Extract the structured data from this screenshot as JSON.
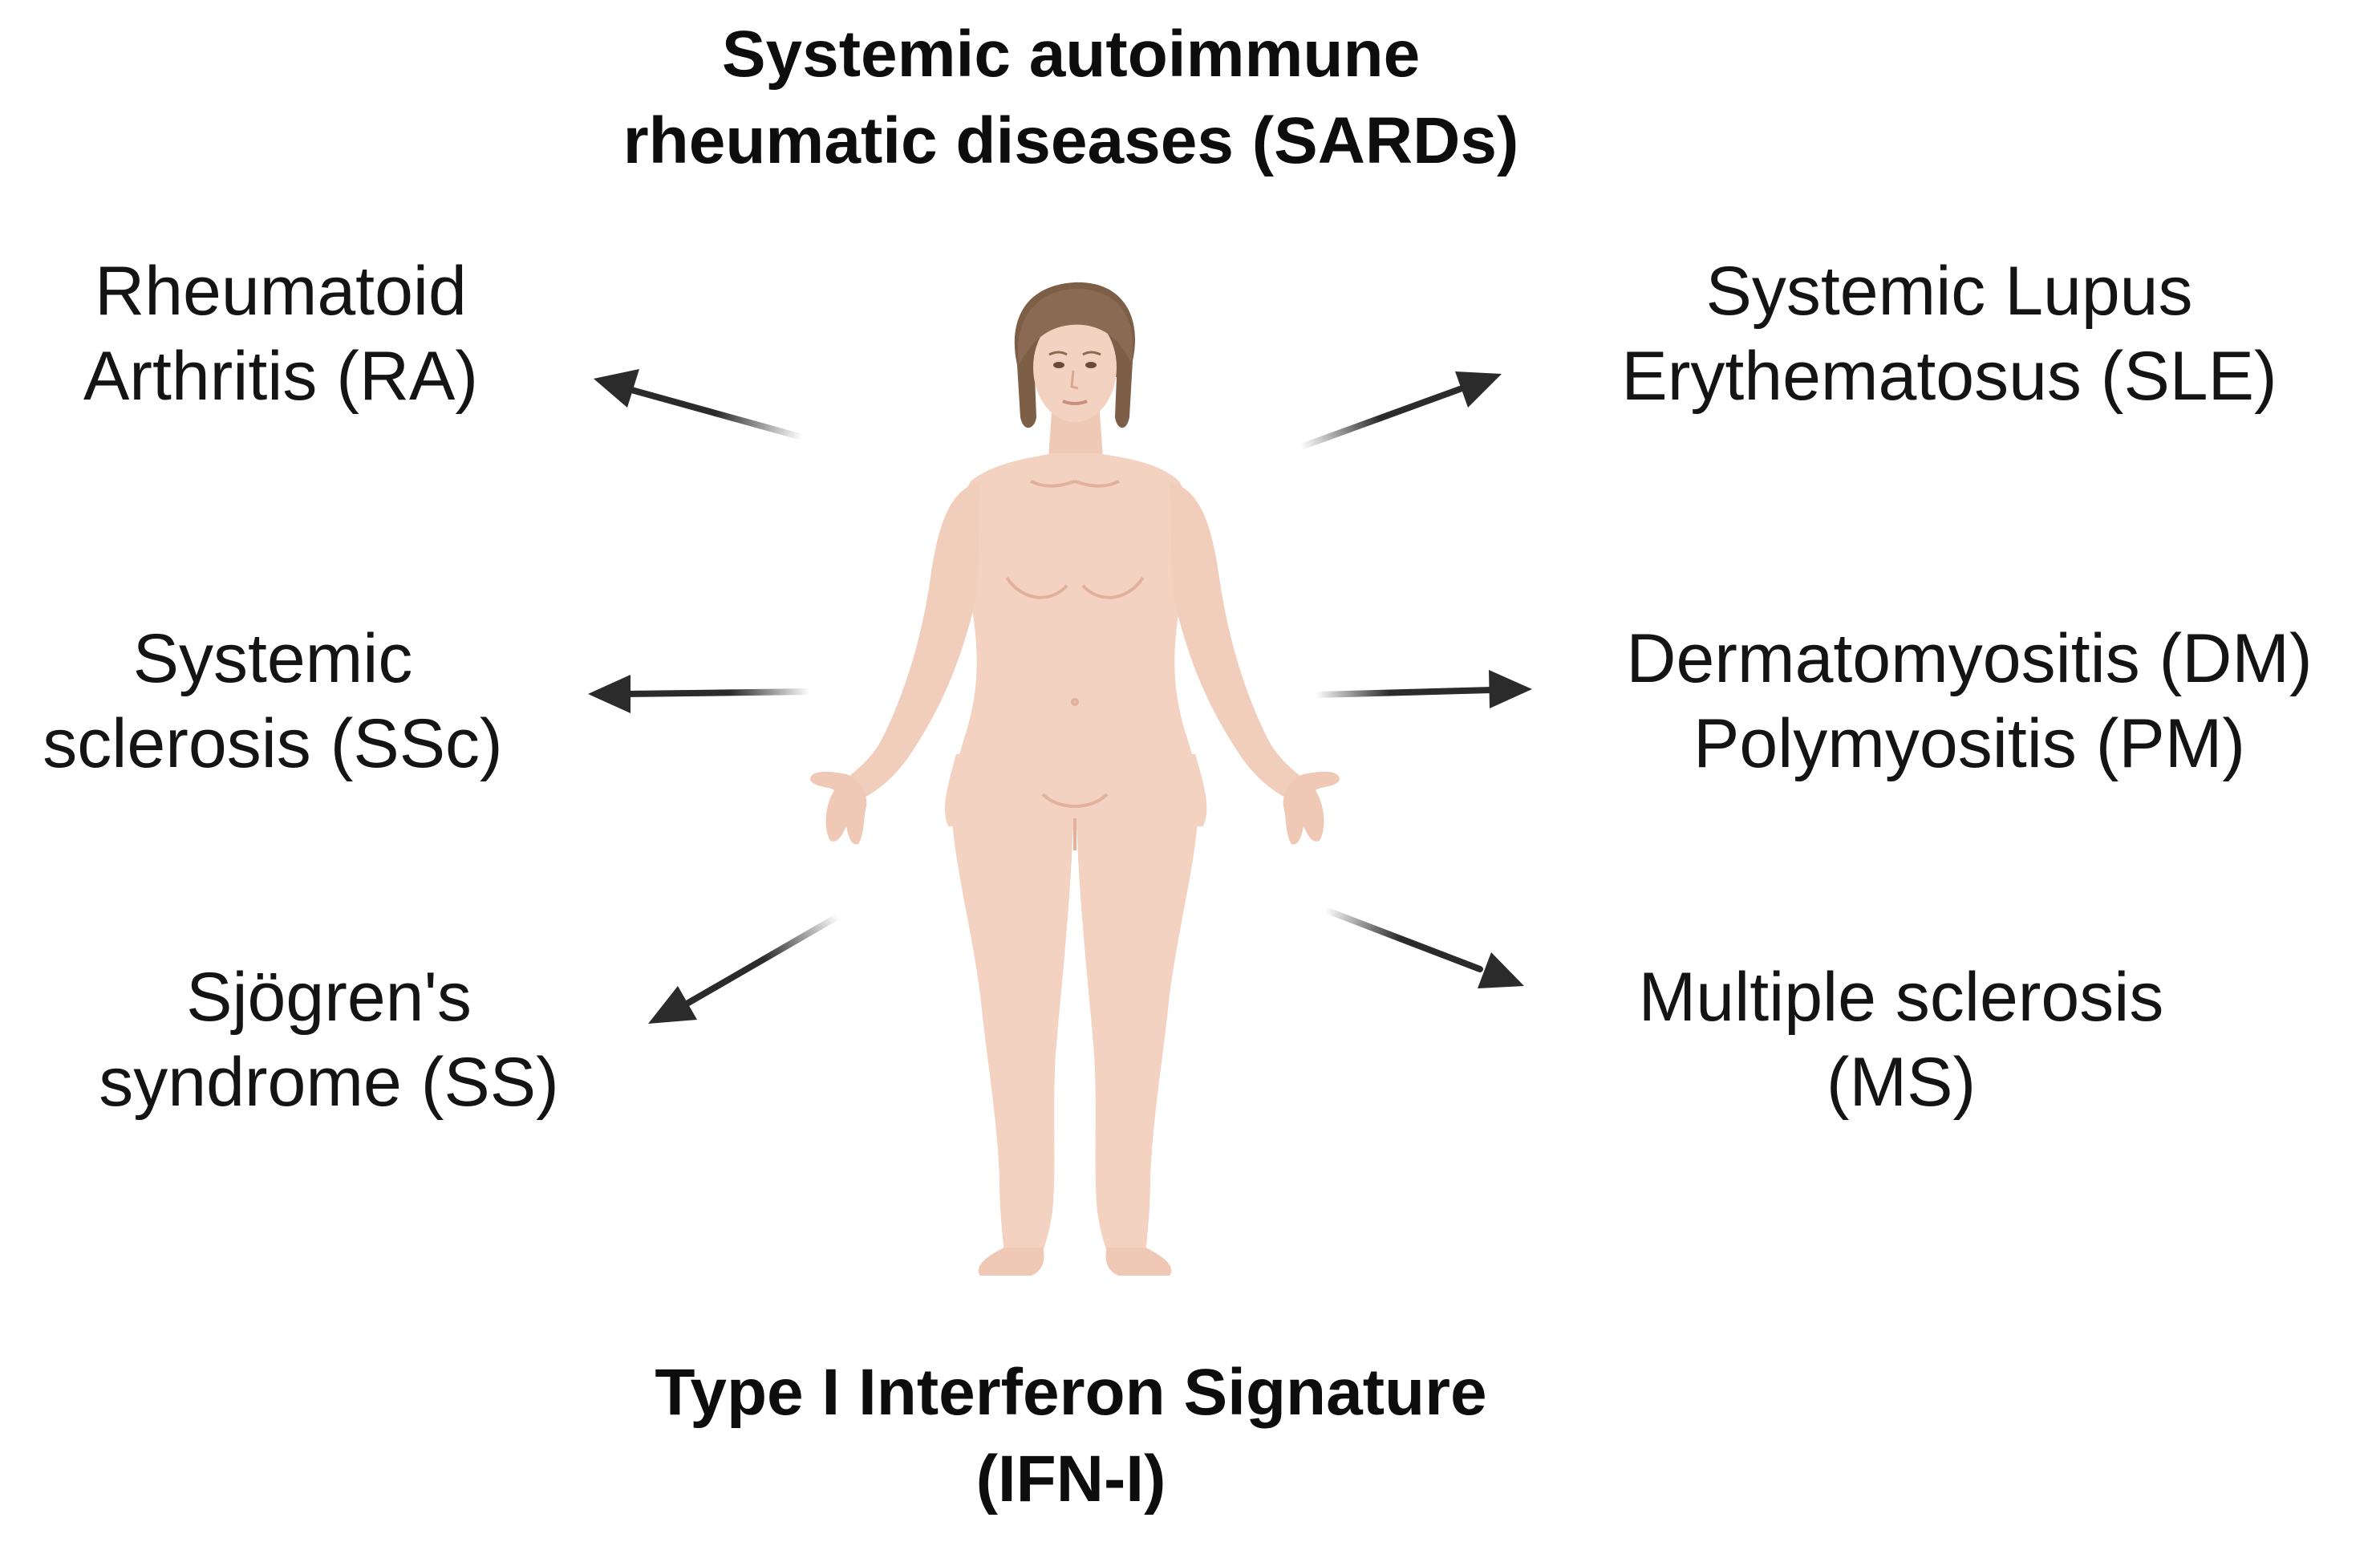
{
  "title_top": {
    "line1": "Systemic autoimmune",
    "line2": "rheumatic diseases (SARDs)"
  },
  "title_bottom": {
    "line1": "Type I Interferon Signature",
    "line2": "(IFN-I)"
  },
  "diseases": {
    "ra": {
      "line1": "Rheumatoid",
      "line2": "Arthritis (RA)"
    },
    "ssc": {
      "line1": "Systemic",
      "line2": "sclerosis (SSc)"
    },
    "ss": {
      "line1": "Sjögren's",
      "line2": "syndrome (SS)"
    },
    "sle": {
      "line1": "Systemic Lupus",
      "line2": "Erythematosus (SLE)"
    },
    "dm": {
      "line1": "Dermatomyositis (DM)",
      "line2": "Polymyositis (PM)"
    },
    "ms": {
      "line1": "Multiple sclerosis",
      "line2": "(MS)"
    }
  },
  "colors": {
    "skin": "#f3d2c1",
    "skin_shadow": "#e6b9a4",
    "hair": "#8a6a52",
    "arrow": "#2b2b2b"
  }
}
